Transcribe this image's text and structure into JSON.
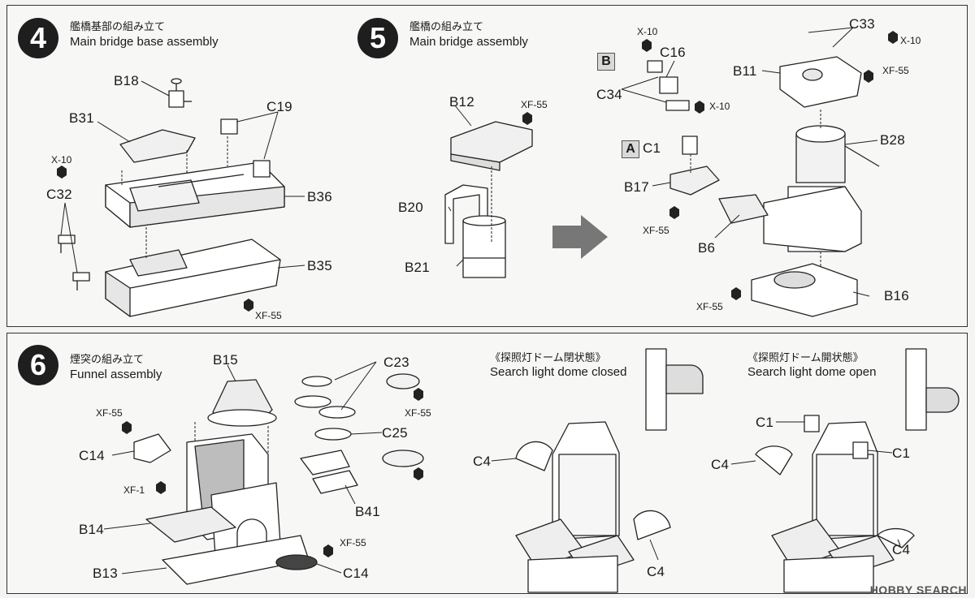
{
  "steps": [
    {
      "number": "4",
      "title_jp": "艦橋基部の組み立て",
      "title_en": "Main bridge base assembly"
    },
    {
      "number": "5",
      "title_jp": "艦橋の組み立て",
      "title_en": "Main bridge assembly"
    },
    {
      "number": "6",
      "title_jp": "煙突の組み立て",
      "title_en": "Funnel assembly"
    }
  ],
  "notes": {
    "closed_jp": "《探照灯ドーム閉状態》",
    "closed_en": "Search light dome closed",
    "open_jp": "《探照灯ドーム開状態》",
    "open_en": "Search light dome open"
  },
  "callouts": {
    "s4": [
      "B18",
      "B31",
      "C19",
      "X-10",
      "C32",
      "B36",
      "B35",
      "XF-55"
    ],
    "s5a": [
      "B12",
      "XF-55",
      "B20",
      "B21"
    ],
    "s5b": [
      "X-10",
      "C16",
      "B",
      "C34",
      "X-10",
      "C33",
      "X-10",
      "B11",
      "XF-55",
      "A",
      "C1",
      "B28",
      "B17",
      "XF-55",
      "B6",
      "XF-55",
      "B16"
    ],
    "s6": [
      "B15",
      "C23",
      "XF-55",
      "XF-55",
      "C14",
      "XF-1",
      "B14",
      "C25",
      "B41",
      "XF-55",
      "B13",
      "C14"
    ],
    "closed": [
      "C4",
      "C4"
    ],
    "open": [
      "C1",
      "C1",
      "C4",
      "C4"
    ]
  },
  "watermark": "HOBBY SEARCH"
}
